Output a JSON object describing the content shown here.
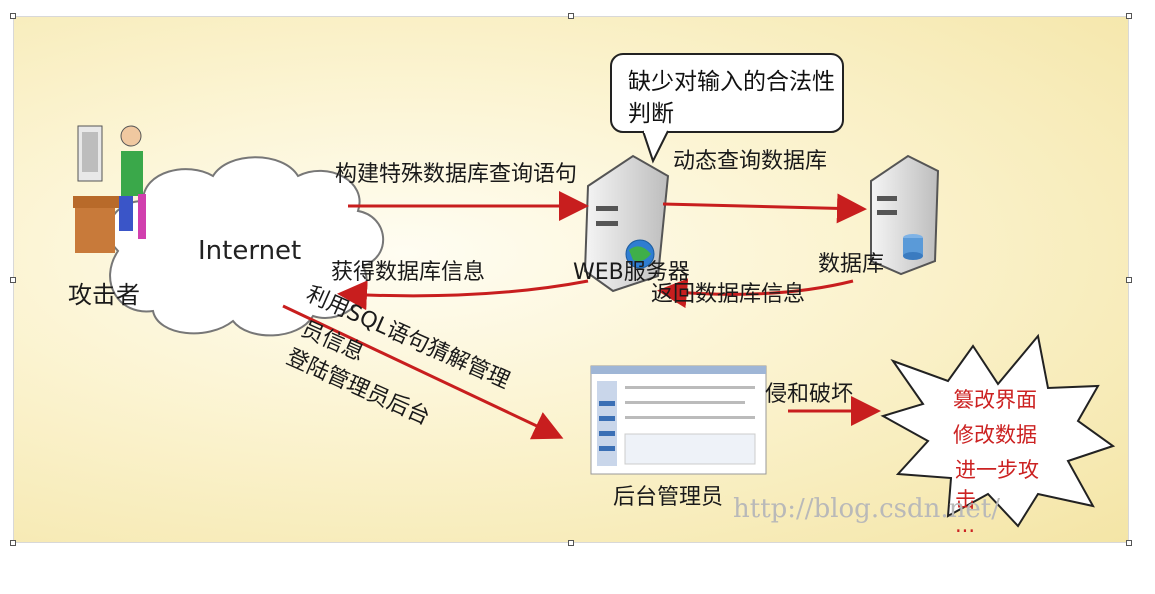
{
  "diagram": {
    "internet_label": "Internet",
    "attacker_label": "攻击者",
    "callout_text": "缺少对输入的合法性判断",
    "web_server_label": "WEB服务器",
    "database_label": "数据库",
    "admin_label": "后台管理员",
    "arrows": {
      "build_query": "构建特殊数据库查询语句",
      "dynamic_query": "动态查询数据库",
      "get_info": "获得数据库信息",
      "return_info": "返回数据库信息",
      "guess_admin_1": "利用SQL语句猜解管理",
      "guess_admin_2": "员信息",
      "login_admin": "登陆管理员后台",
      "intrusion": "侵和破坏"
    },
    "results": [
      "篡改界面",
      "修改数据",
      "进一步攻",
      "击",
      "..."
    ],
    "watermark": "http://blog.csdn.net/"
  },
  "colors": {
    "arrow": "#c81e1e",
    "result_text": "#cc2222"
  }
}
